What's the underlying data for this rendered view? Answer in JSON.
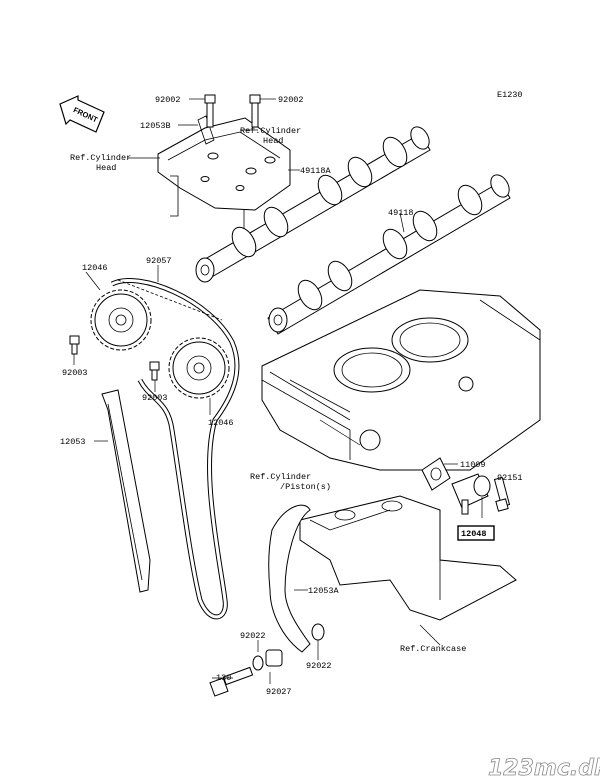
{
  "diagram_code": "E1230",
  "front_label": "FRONT",
  "watermark": "123mc.dk",
  "labels": {
    "p92002_left": "92002",
    "p92002_right": "92002",
    "p12053B": "12053B",
    "ref_cyl_head_1": "Ref.Cylinder",
    "ref_cyl_head_2": "Head",
    "ref_cyl_head_left_1": "Ref.Cylinder",
    "ref_cyl_head_left_2": "Head",
    "p49118A": "49118A",
    "p49118": "49118",
    "p12046_top": "12046",
    "p92057": "92057",
    "p92003_left": "92003",
    "p92003_mid": "92003",
    "p12046_bottom": "12046",
    "p12053": "12053",
    "p11009": "11009",
    "p92151": "92151",
    "p12048": "12048",
    "ref_cyl_piston_1": "Ref.Cylinder",
    "ref_cyl_piston_2": "/Piston(s)",
    "p12053A": "12053A",
    "ref_crankcase": "Ref.Crankcase",
    "p92022_top": "92022",
    "p92022_right": "92022",
    "p130": "130",
    "p92027": "92027"
  }
}
